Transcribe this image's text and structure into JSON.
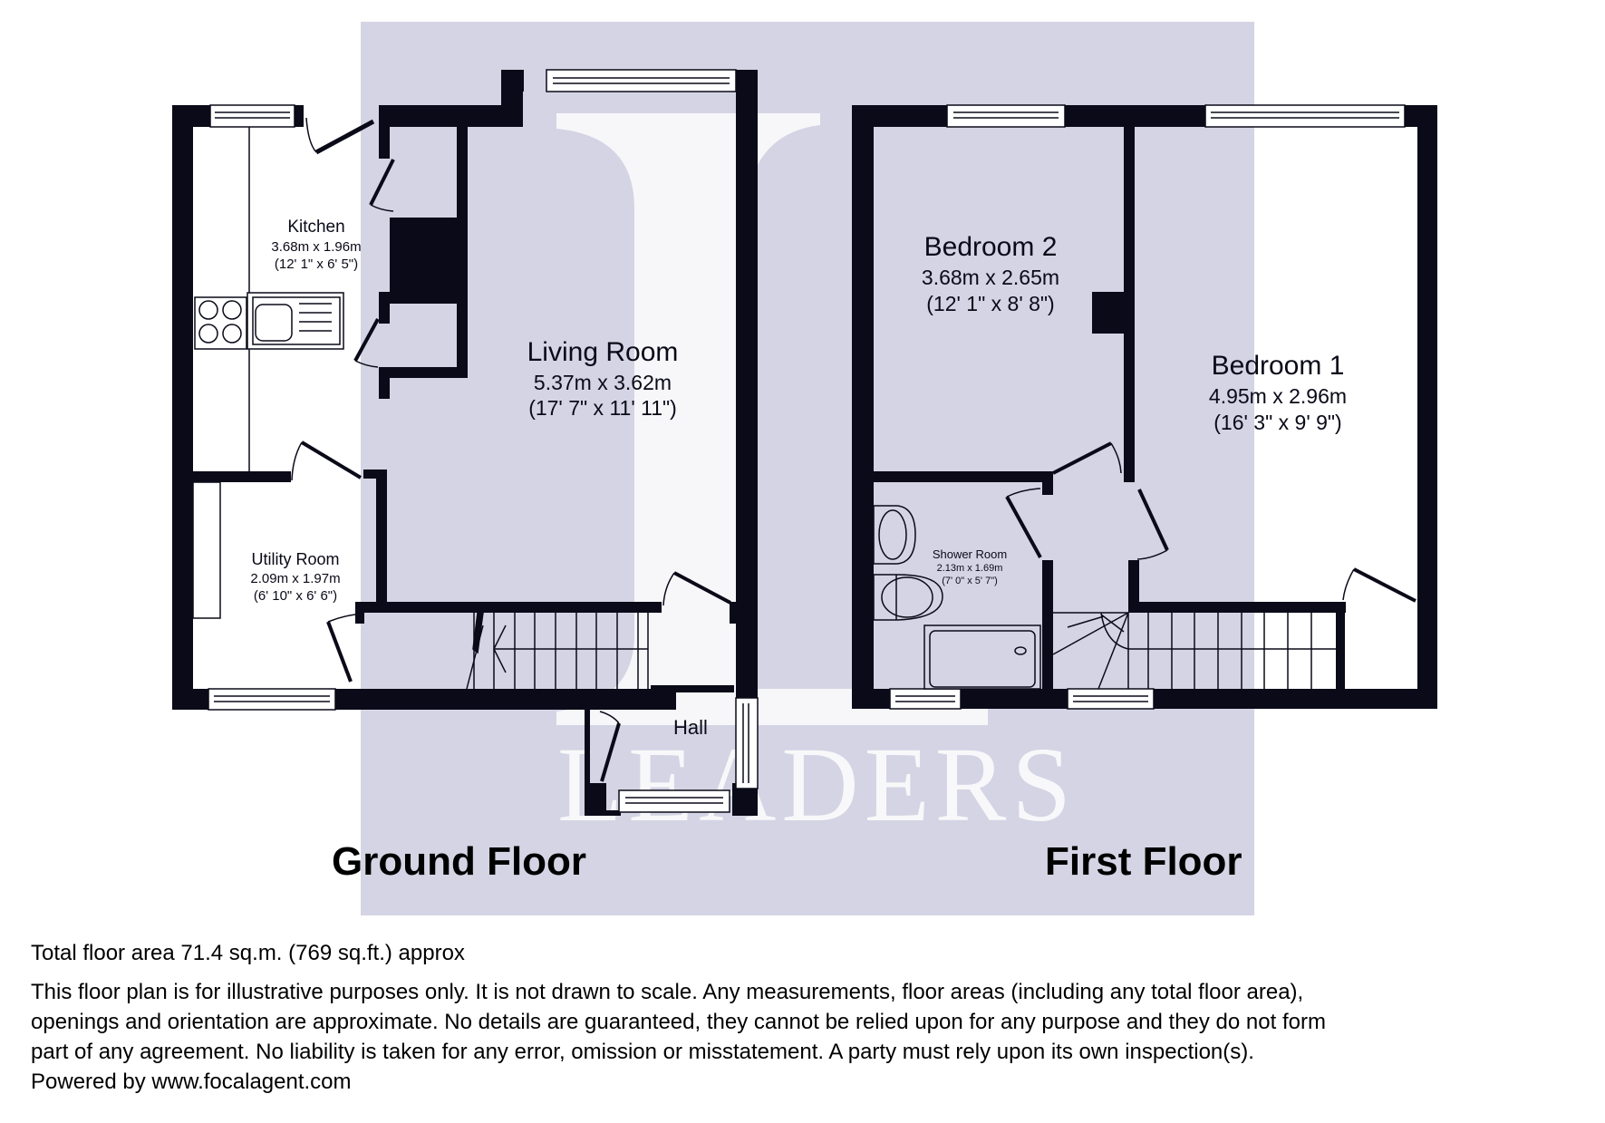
{
  "brand": {
    "watermark_text": "LEADERS",
    "watermark_monogram": "L",
    "panel_color": "#d4d4e4",
    "wall_color": "#0a0a18"
  },
  "floors": [
    {
      "id": "ground",
      "title": "Ground Floor",
      "rooms": [
        {
          "name": "Kitchen",
          "metric": "3.68m x 1.96m",
          "imperial": "(12' 1\" x 6' 5\")"
        },
        {
          "name": "Living Room",
          "metric": "5.37m x 3.62m",
          "imperial": "(17' 7\" x 11' 11\")"
        },
        {
          "name": "Utility Room",
          "metric": "2.09m x 1.97m",
          "imperial": "(6' 10\" x 6' 6\")"
        },
        {
          "name": "Hall",
          "metric": "",
          "imperial": ""
        }
      ]
    },
    {
      "id": "first",
      "title": "First Floor",
      "rooms": [
        {
          "name": "Bedroom 2",
          "metric": "3.68m x 2.65m",
          "imperial": "(12' 1\" x 8' 8\")"
        },
        {
          "name": "Bedroom 1",
          "metric": "4.95m x 2.96m",
          "imperial": "(16' 3\" x 9' 9\")"
        },
        {
          "name": "Shower Room",
          "metric": "2.13m x 1.69m",
          "imperial": "(7' 0\" x 5' 7\")"
        }
      ]
    }
  ],
  "footer": {
    "total_area": "Total floor area 71.4 sq.m. (769 sq.ft.) approx",
    "disclaimer_lines": [
      "This floor plan is for illustrative purposes only. It is not drawn to scale. Any measurements, floor areas (including any total floor area),",
      "openings and orientation are approximate. No details are guaranteed, they cannot be relied upon for any purpose and they do not form",
      "part of any agreement. No liability is taken for any error, omission or misstatement. A party must rely upon its own inspection(s).",
      "Powered by www.focalagent.com"
    ]
  }
}
